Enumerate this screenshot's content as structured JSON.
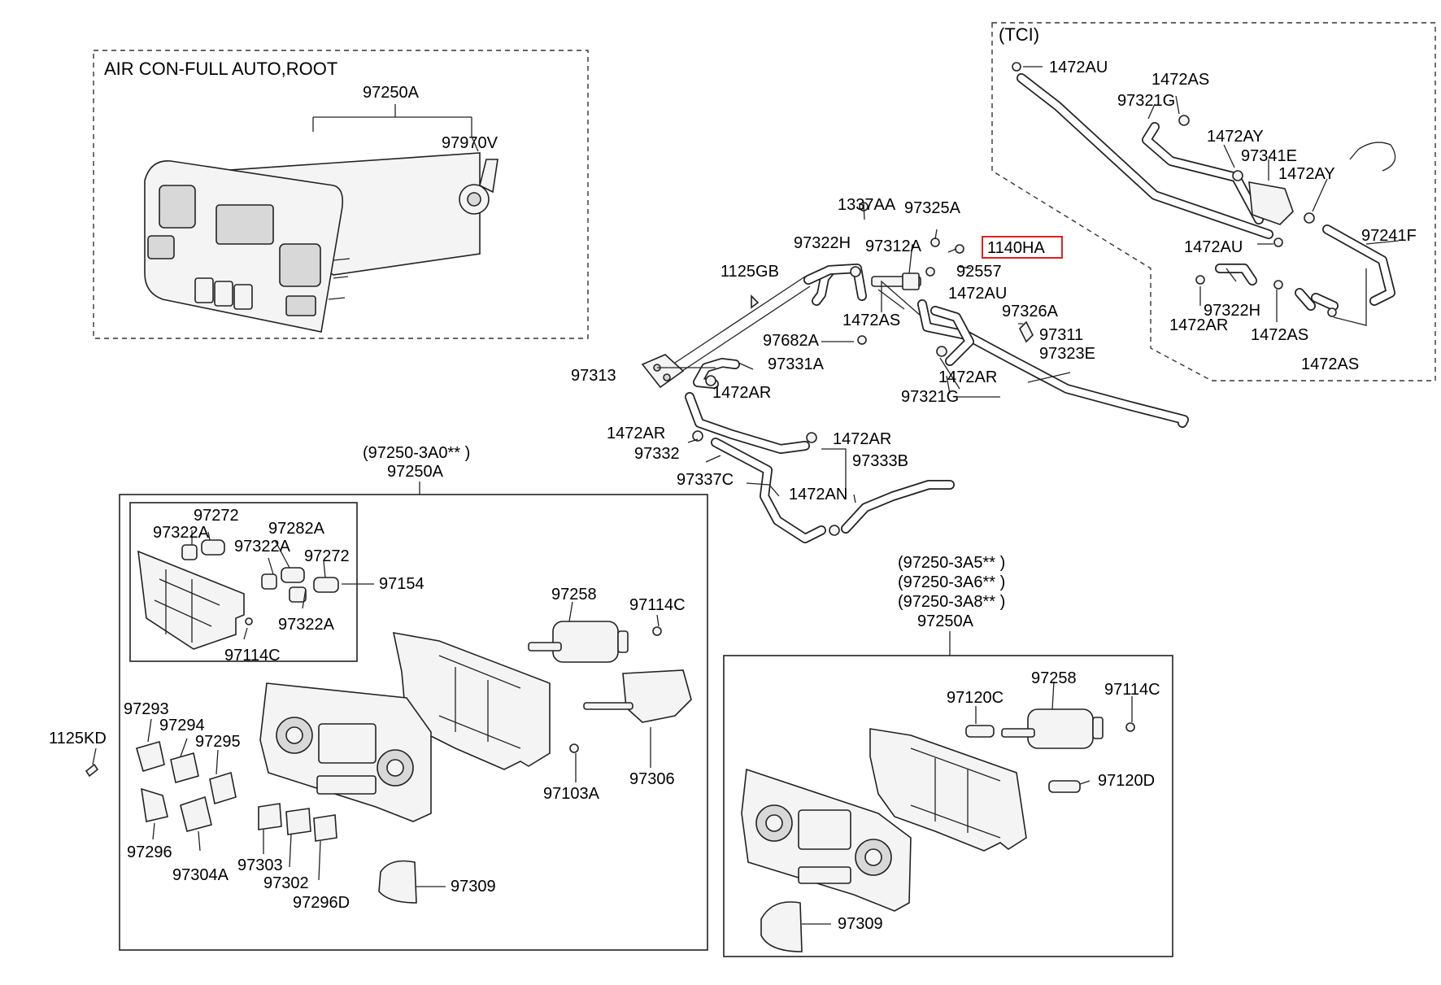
{
  "diagram": {
    "top_left_group": {
      "title": "AIR CON-FULL AUTO,ROOT",
      "labels": [
        "97250A",
        "97970V"
      ]
    },
    "tci_group": {
      "title": "(TCI)",
      "labels": [
        "1472AU",
        "1472AS",
        "97321G",
        "1472AY",
        "97341E",
        "1472AY",
        "1472AU",
        "97241F",
        "97322H",
        "1472AR",
        "1472AS",
        "1472AS"
      ]
    },
    "center_assembly": {
      "highlighted_part": "1140HA",
      "labels": [
        "1337AA",
        "97325A",
        "97322H",
        "97312A",
        "1125GB",
        "92557",
        "1472AU",
        "1472AS",
        "97326A",
        "97682A",
        "97311",
        "97323E",
        "97313",
        "97331A",
        "1472AR",
        "1472AR",
        "97321G",
        "1472AR",
        "1472AR",
        "97332",
        "97333B",
        "97337C",
        "1472AN"
      ]
    },
    "bottom_left_group": {
      "header_lines": [
        "(97250-3A0** )",
        "97250A"
      ],
      "inset_labels": [
        "97272",
        "97322A",
        "97282A",
        "97322A",
        "97272",
        "97154",
        "97322A",
        "97114C"
      ],
      "labels": [
        "97258",
        "97114C",
        "1125KD",
        "97293",
        "97294",
        "97295",
        "97103A",
        "97306",
        "97296",
        "97304A",
        "97303",
        "97302",
        "97296D",
        "97309"
      ]
    },
    "bottom_right_group": {
      "header_lines": [
        "(97250-3A5** )",
        "(97250-3A6** )",
        "(97250-3A8** )",
        "97250A"
      ],
      "labels": [
        "97258",
        "97120C",
        "97114C",
        "97120D",
        "97309"
      ]
    }
  }
}
